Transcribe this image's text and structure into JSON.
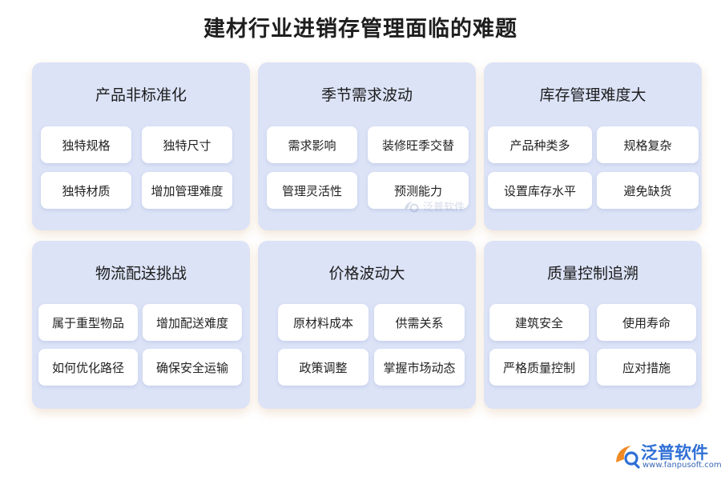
{
  "title": "建材行业进销存管理面临的难题",
  "cards": [
    {
      "title": "产品非标准化",
      "items": [
        "独特规格",
        "独特尺寸",
        "独特材质",
        "增加管理难度"
      ]
    },
    {
      "title": "季节需求波动",
      "items": [
        "需求影响",
        "装修旺季交替",
        "管理灵活性",
        "预测能力"
      ]
    },
    {
      "title": "库存管理难度大",
      "items": [
        "产品种类多",
        "规格复杂",
        "设置库存水平",
        "避免缺货"
      ]
    },
    {
      "title": "物流配送挑战",
      "items": [
        "属于重型物品",
        "增加配送难度",
        "如何优化路径",
        "确保安全运输"
      ]
    },
    {
      "title": "价格波动大",
      "items": [
        "原材料成本",
        "供需关系",
        "政策调整",
        "掌握市场动态"
      ]
    },
    {
      "title": "质量控制追溯",
      "items": [
        "建筑安全",
        "使用寿命",
        "严格质量控制",
        "应对措施"
      ]
    }
  ],
  "watermark": {
    "text": "泛普软件"
  },
  "logo": {
    "name": "泛普软件",
    "url": "www.fanpusoft.com"
  },
  "colors": {
    "card_bg": "#dce3f7",
    "pill_bg": "#ffffff",
    "logo_blue": "#2f6fd6",
    "logo_orange": "#f08a24"
  }
}
